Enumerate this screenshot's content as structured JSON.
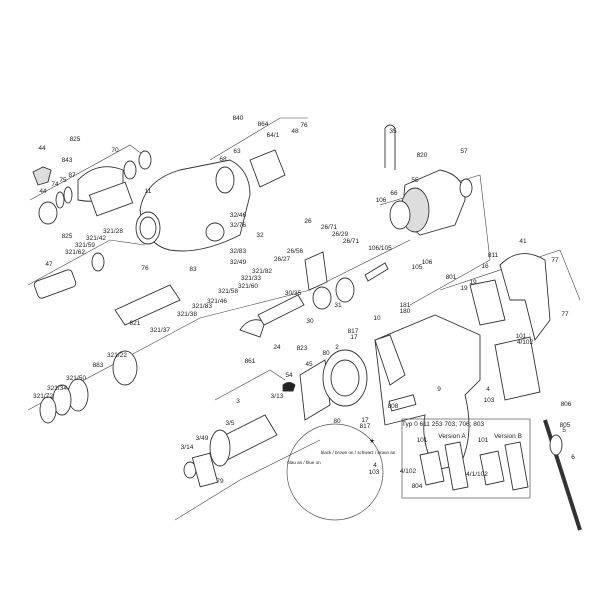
{
  "diagram": {
    "labels": [
      "825",
      "44",
      "843",
      "70",
      "74",
      "75",
      "87",
      "44",
      "11",
      "840",
      "864",
      "64/1",
      "48",
      "76",
      "68",
      "63",
      "825",
      "321/28",
      "321/42",
      "321/59",
      "321/62",
      "47",
      "76",
      "32/46",
      "32/76",
      "32",
      "32/83",
      "32/49",
      "83",
      "26",
      "26/56",
      "26/27",
      "30/35",
      "321/82",
      "321/33",
      "321/60",
      "321/58",
      "321/46",
      "321/83",
      "35",
      "820",
      "57",
      "55",
      "66",
      "106",
      "26/71",
      "26/29",
      "26/71",
      "106/105",
      "106",
      "105",
      "41",
      "77",
      "811",
      "16",
      "801",
      "19",
      "19",
      "31",
      "181",
      "180",
      "10",
      "817",
      "17",
      "80",
      "2",
      "45",
      "54",
      "9",
      "808",
      "80",
      "17",
      "817",
      "101",
      "4/102",
      "4",
      "103",
      "806",
      "805",
      "5",
      "6",
      "77",
      "821",
      "321/37",
      "321/38",
      "321/22",
      "883",
      "321/50",
      "321/34",
      "321/72",
      "30",
      "24",
      "823",
      "861",
      "3",
      "3/13",
      "3/5",
      "3/49",
      "3/14",
      "79"
    ],
    "inset": {
      "title": "Typ 0 611 253 703; 706; 803",
      "version_a": "Version A",
      "version_b": "Version B",
      "labels": [
        "101",
        "101",
        "4/102",
        "804",
        "4/1/102"
      ]
    },
    "wiring_detail": {
      "blue_on": "blau an / blue on",
      "black_brown_on": "black / brown on / schwarz / braun an",
      "labels": [
        "4",
        "103"
      ],
      "star": "★"
    }
  }
}
